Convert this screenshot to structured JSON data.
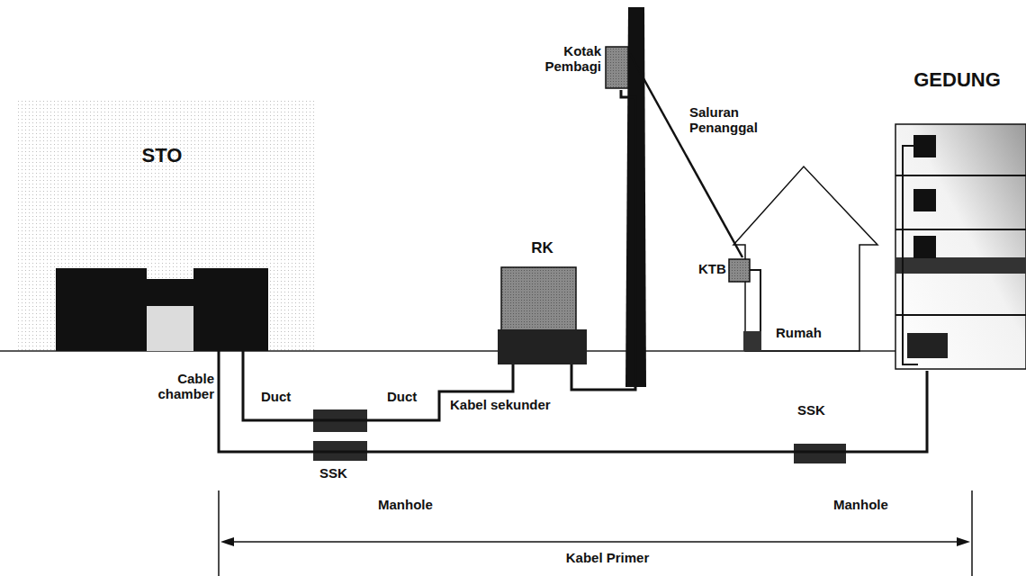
{
  "diagram": {
    "nodes": [
      {
        "text": [
          "STO"
        ]
      },
      {
        "text": [
          "RK"
        ]
      },
      {
        "text": [
          "Kotak Pembagi"
        ]
      },
      {
        "text": [
          "KTB"
        ]
      },
      {
        "text": [
          "Rumah"
        ]
      },
      {
        "text": [
          "GEDUNG"
        ]
      }
    ],
    "edges": [
      {
        "from": 0,
        "to": 1,
        "arrow": "none"
      },
      {
        "from": 0,
        "to": 5,
        "arrow": "none"
      },
      {
        "from": 1,
        "to": 2,
        "label": "Kabel sekunder",
        "arrow": "none"
      },
      {
        "from": 2,
        "to": 3,
        "label": "Saluran Penanggal",
        "arrow": "none"
      }
    ],
    "labels": [
      "Cable chamber",
      "Duct",
      "Duct",
      "SSK",
      "SSK",
      "Manhole",
      "Manhole",
      "Kabel Primer"
    ]
  }
}
